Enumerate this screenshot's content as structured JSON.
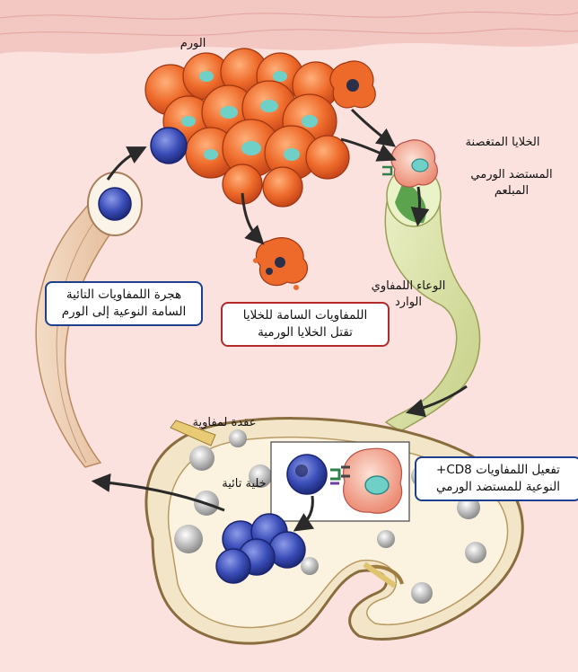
{
  "labels": {
    "tumor": "الورم",
    "dendritic_cells": "الخلايا المتغصنة",
    "engulfed_antigen": "المستضد الورمي\nالمبلعم",
    "afferent_lymph": "الوعاء اللمفاوي\nالوارد",
    "lymph_node": "عقدة لمفاوية",
    "naive_cell": "خلية تائية"
  },
  "boxes": {
    "migration": "هجرة اللمفاويات التائية\nالسامة النوعية إلى الورم",
    "killing": "اللمفاويات السامة للخلايا\nتقتل الخلايا الورمية",
    "activation": "تفعيل اللمفاويات ‎+CD8\nالنوعية للمستضد الورمي"
  },
  "colors": {
    "tumor_cell": "#ee6a2a",
    "tumor_nucleus": "#6fd0c8",
    "t_cell": "#2b3d9c",
    "dendritic": "#f0a08a",
    "skin": "#f3c7c2",
    "lymph_node": "#f3e6c8",
    "box_blue": "#1c3f8f",
    "box_red": "#b22a2a"
  }
}
